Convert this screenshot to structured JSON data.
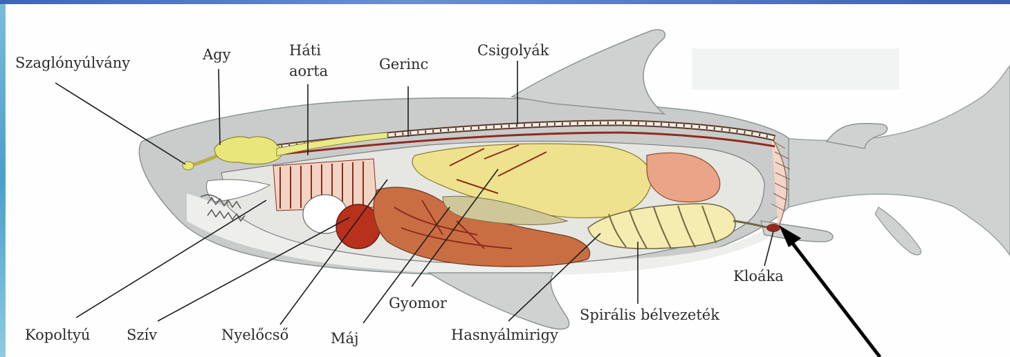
{
  "labels": {
    "szaglonyulvany": "Szaglónyúlvány",
    "agy": "Agy",
    "hati": "Háti",
    "aorta": "aorta",
    "gerinc": "Gerinc",
    "csigolyak": "Csigolyák",
    "kopoltyu": "Kopoltyú",
    "sziv": "Szív",
    "nyelocso": "Nyelőcső",
    "maj": "Máj",
    "gyomor": "Gyomor",
    "hasnyalmirigy": "Hasnyálmirigy",
    "spiralis": "Spirális bélvezeték",
    "kloaka": "Kloáka"
  },
  "colors": {
    "body": "#c9cccb",
    "belly": "#eeeeec",
    "brain": "#e9e67c",
    "liver": "#c96e43",
    "heart": "#b8311c",
    "stomach": "#eee28e",
    "gonad": "#eaa488",
    "vessels": "#8e2b1e",
    "leader_lines": "#1c1c1c",
    "arrow": "#000000"
  }
}
